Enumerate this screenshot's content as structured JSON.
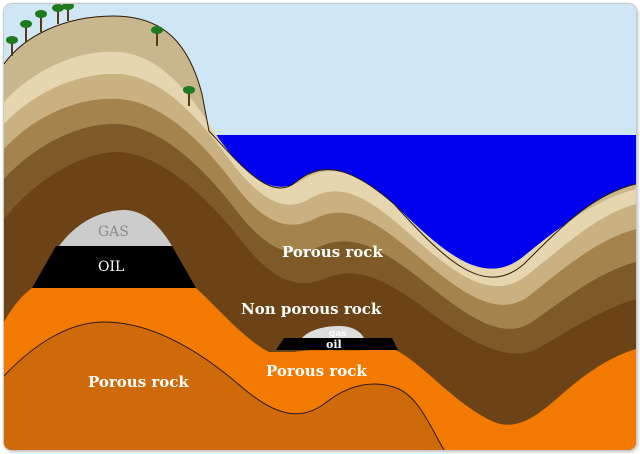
{
  "labels": {
    "gas_large": "GAS",
    "oil_large": "OIL",
    "porous_upper": "Porous rock",
    "non_porous": "Non porous rock",
    "gas_small": "gas",
    "oil_small": "oil",
    "porous_lower_left": "Porous rock",
    "porous_lower_middle": "Porous rock"
  },
  "colors": {
    "sky": "#cfe6f5",
    "sea": "#0000ee",
    "surface": "#c8b68c",
    "layer_light": "#e6d6b0",
    "layer_tan": "#c9b182",
    "layer_brown_light": "#a4844c",
    "layer_brown": "#7d5a28",
    "non_porous": "#6b4316",
    "porous_orange": "#f27a00",
    "porous_dark_orange": "#cf6a0a",
    "gas": "#cccccc",
    "oil": "#000000",
    "tree_leaf": "#1f7a1f",
    "tree_trunk": "#5a3a14"
  }
}
